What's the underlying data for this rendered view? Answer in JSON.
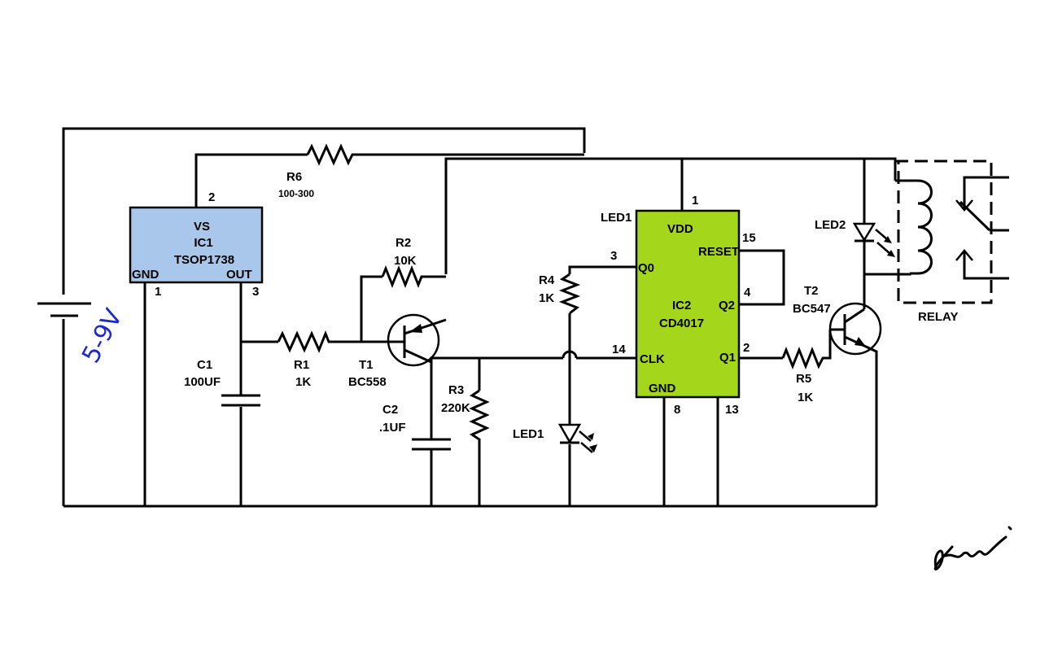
{
  "supply": {
    "label": "5-9V"
  },
  "ic1": {
    "pin_vs": "VS",
    "name": "IC1",
    "part": "TSOP1738",
    "pin_gnd": "GND",
    "pin_out": "OUT",
    "pin2": "2",
    "pin1": "1",
    "pin3": "3",
    "fill": "#a9c7ea"
  },
  "ic2": {
    "led_note": "LED1",
    "pin_vdd": "VDD",
    "pin_reset": "RESET",
    "pin_q0": "Q0",
    "name": "IC2",
    "part": "CD4017",
    "pin_q2": "Q2",
    "pin_clk": "CLK",
    "pin_q1": "Q1",
    "pin_gnd": "GND",
    "n1": "1",
    "n15": "15",
    "n3": "3",
    "n4": "4",
    "n14": "14",
    "n2": "2",
    "n8": "8",
    "n13": "13",
    "fill": "#a4d61c"
  },
  "r6": {
    "name": "R6",
    "value": "100-300"
  },
  "r2": {
    "name": "R2",
    "value": "10K"
  },
  "r1": {
    "name": "R1",
    "value": "1K"
  },
  "t1": {
    "name": "T1",
    "part": "BC558"
  },
  "c1": {
    "name": "C1",
    "value": "100UF"
  },
  "r3": {
    "name": "R3",
    "value": "220K"
  },
  "c2": {
    "name": "C2",
    "value": ".1UF"
  },
  "r4": {
    "name": "R4",
    "value": "1K"
  },
  "led1": {
    "name": "LED1"
  },
  "led2": {
    "name": "LED2"
  },
  "t2": {
    "name": "T2",
    "part": "BC547"
  },
  "r5": {
    "name": "R5",
    "value": "1K"
  },
  "relay": {
    "name": "RELAY"
  }
}
